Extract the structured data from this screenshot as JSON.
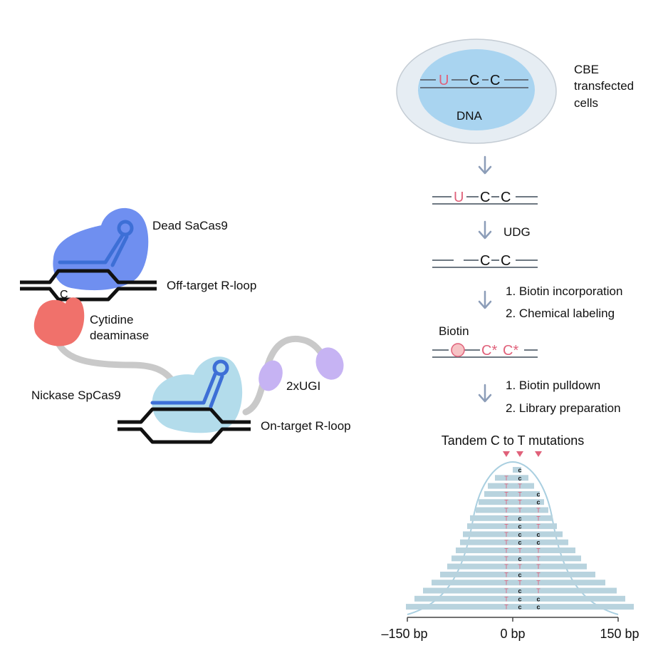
{
  "left_panel": {
    "dead_sacas9": "Dead SaCas9",
    "off_target_rloop": "Off-target R-loop",
    "c_label": "C",
    "cytidine": "Cytidine",
    "deaminase": "deaminase",
    "nickase_spcas9": "Nickase SpCas9",
    "ugi": "2xUGI",
    "on_target_rloop": "On-target R-loop"
  },
  "right_panel": {
    "cell_line1": "CBE",
    "cell_line2": "transfected",
    "cell_line3": "cells",
    "dna_label": "DNA",
    "u_letter": "U",
    "c_letter": "C",
    "udg": "UDG",
    "step_biotin_incorp": "1. Biotin incorporation",
    "step_chem_label": "2. Chemical labeling",
    "biotin": "Biotin",
    "c_star": "C*",
    "step_pulldown": "1. Biotin pulldown",
    "step_library": "2. Library preparation",
    "tandem_title": "Tandem C to T mutations",
    "t_letter": "T",
    "c_small": "c",
    "axis_min": "–150 bp",
    "axis_mid": "0 bp",
    "axis_max": "150 bp"
  },
  "colors": {
    "sacas9_blue": "#6f8ff0",
    "spcas9_lightblue": "#b3dceb",
    "deaminase_red": "#f0716b",
    "ugi_purple": "#c6b3f3",
    "linker_gray": "#c9c9c9",
    "guide_blue": "#3d6fd6",
    "dna_black": "#111111",
    "red_text": "#e0617a",
    "arrow_gray": "#8c9db8",
    "strand_gray": "#5a6470",
    "read_bar": "#b8d3de",
    "peak_outline": "#a9cfe0"
  },
  "reads": {
    "rows": [
      {
        "s": 0.0,
        "e": 0.12,
        "m": [
          false,
          false,
          false
        ]
      },
      {
        "s": -0.25,
        "e": 0.22,
        "m": [
          true,
          false,
          true
        ]
      },
      {
        "s": -0.35,
        "e": 0.3,
        "m": [
          true,
          true,
          true
        ]
      },
      {
        "s": -0.4,
        "e": 0.38,
        "m": [
          true,
          true,
          false
        ]
      },
      {
        "s": -0.48,
        "e": 0.44,
        "m": [
          true,
          true,
          false
        ]
      },
      {
        "s": -0.52,
        "e": 0.5,
        "m": [
          true,
          true,
          true
        ]
      },
      {
        "s": -0.6,
        "e": 0.56,
        "m": [
          true,
          false,
          true
        ]
      },
      {
        "s": -0.64,
        "e": 0.62,
        "m": [
          true,
          false,
          true
        ]
      },
      {
        "s": -0.7,
        "e": 0.7,
        "m": [
          true,
          false,
          false
        ]
      },
      {
        "s": -0.74,
        "e": 0.78,
        "m": [
          true,
          false,
          false
        ]
      },
      {
        "s": -0.8,
        "e": 0.88,
        "m": [
          true,
          true,
          true
        ]
      },
      {
        "s": -0.86,
        "e": 0.96,
        "m": [
          true,
          false,
          true
        ]
      },
      {
        "s": -0.92,
        "e": 1.04,
        "m": [
          true,
          true,
          true
        ]
      },
      {
        "s": -1.02,
        "e": 1.16,
        "m": [
          true,
          false,
          true
        ]
      },
      {
        "s": -1.14,
        "e": 1.3,
        "m": [
          true,
          true,
          true
        ]
      },
      {
        "s": -1.26,
        "e": 1.46,
        "m": [
          true,
          false,
          true
        ]
      },
      {
        "s": -1.38,
        "e": 1.58,
        "m": [
          true,
          false,
          false
        ]
      },
      {
        "s": -1.5,
        "e": 1.7,
        "m": [
          true,
          false,
          false
        ]
      }
    ]
  }
}
